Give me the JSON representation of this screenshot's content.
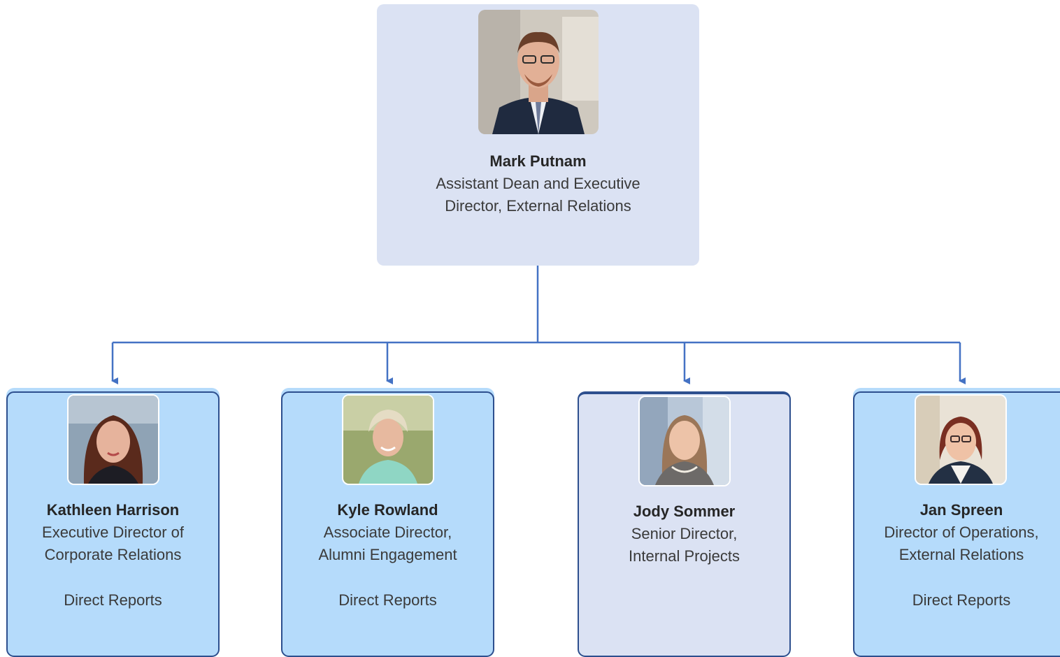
{
  "top": {
    "name": "Mark Putnam",
    "title_line1": "Assistant Dean and Executive",
    "title_line2": "Director, External Relations"
  },
  "reports": [
    {
      "name": "Kathleen Harrison",
      "title_line1": "Executive Director of",
      "title_line2": "Corporate Relations",
      "footer": "Direct Reports"
    },
    {
      "name": "Kyle Rowland",
      "title_line1": "Associate Director,",
      "title_line2": "Alumni Engagement",
      "footer": "Direct Reports"
    },
    {
      "name": "Jody Sommer",
      "title_line1": "Senior Director,",
      "title_line2": "Internal Projects",
      "footer": ""
    },
    {
      "name": "Jan Spreen",
      "title_line1": "Director of Operations,",
      "title_line2": "External Relations",
      "footer": "Direct Reports"
    }
  ],
  "colors": {
    "connector": "#4472c4",
    "card_light": "#dbe2f3",
    "card_blue": "#b5dbfb",
    "border": "#2d4f8e"
  }
}
